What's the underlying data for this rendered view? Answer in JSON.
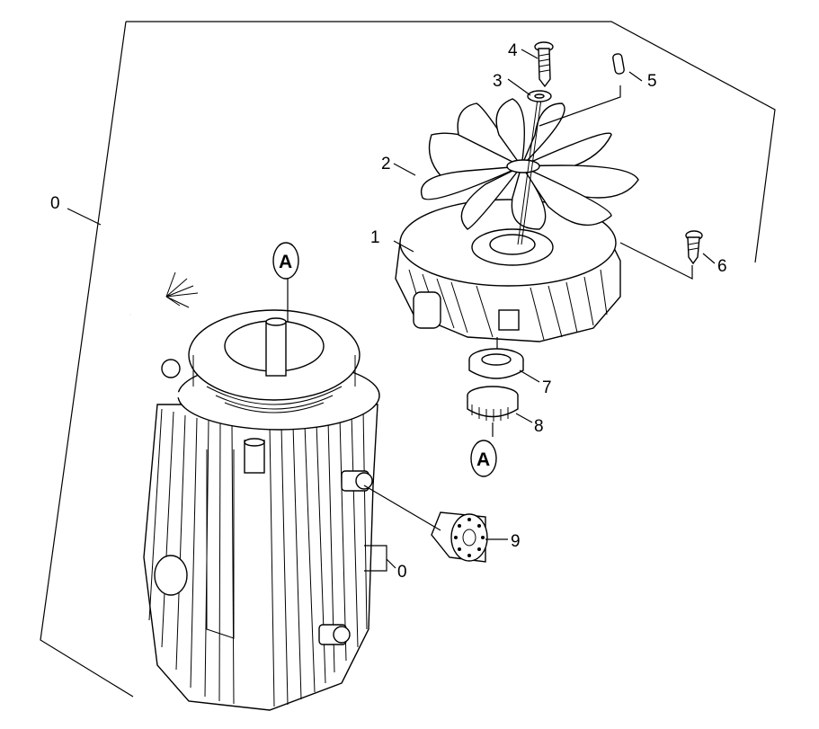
{
  "labels": {
    "l0_left": "0",
    "l0_bottom": "0",
    "l1": "1",
    "l2": "2",
    "l3": "3",
    "l4": "4",
    "l5": "5",
    "l6": "6",
    "l7": "7",
    "l8": "8",
    "l9": "9",
    "marker_a_top": "A",
    "marker_a_bottom": "A"
  }
}
